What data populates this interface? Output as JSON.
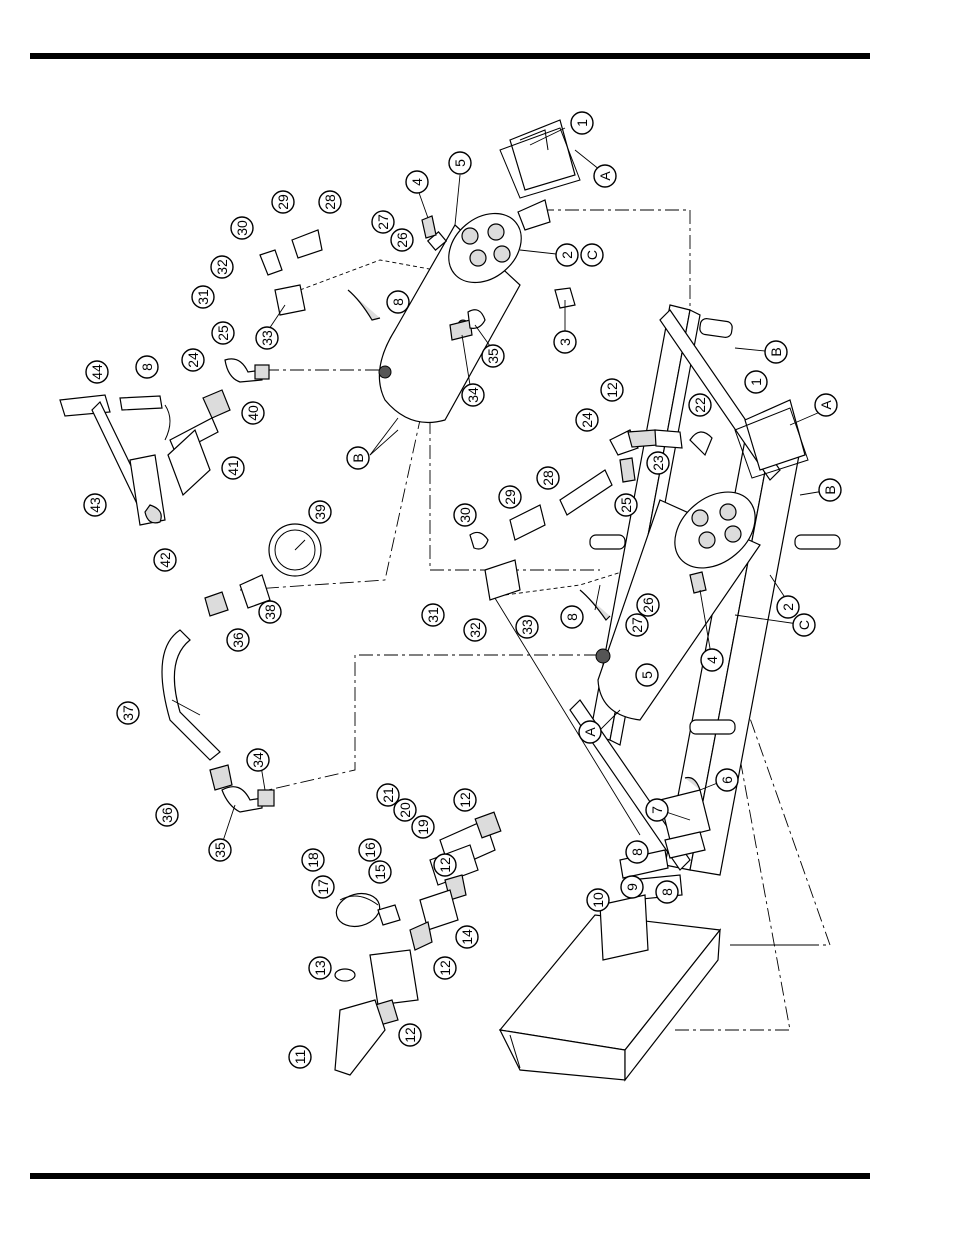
{
  "diagram": {
    "callouts": [
      {
        "label": "1"
      },
      {
        "label": "A"
      },
      {
        "label": "5"
      },
      {
        "label": "4"
      },
      {
        "label": "2"
      },
      {
        "label": "C"
      },
      {
        "label": "3"
      },
      {
        "label": "27"
      },
      {
        "label": "26"
      },
      {
        "label": "28"
      },
      {
        "label": "29"
      },
      {
        "label": "30"
      },
      {
        "label": "32"
      },
      {
        "label": "31"
      },
      {
        "label": "33"
      },
      {
        "label": "8"
      },
      {
        "label": "25"
      },
      {
        "label": "24"
      },
      {
        "label": "40"
      },
      {
        "label": "41"
      },
      {
        "label": "44"
      },
      {
        "label": "8"
      },
      {
        "label": "43"
      },
      {
        "label": "42"
      },
      {
        "label": "35"
      },
      {
        "label": "34"
      },
      {
        "label": "B"
      },
      {
        "label": "12"
      },
      {
        "label": "22"
      },
      {
        "label": "24"
      },
      {
        "label": "23"
      },
      {
        "label": "25"
      },
      {
        "label": "1"
      },
      {
        "label": "A"
      },
      {
        "label": "B"
      },
      {
        "label": "B"
      },
      {
        "label": "28"
      },
      {
        "label": "29"
      },
      {
        "label": "30"
      },
      {
        "label": "31"
      },
      {
        "label": "32"
      },
      {
        "label": "33"
      },
      {
        "label": "8"
      },
      {
        "label": "27"
      },
      {
        "label": "26"
      },
      {
        "label": "2"
      },
      {
        "label": "C"
      },
      {
        "label": "4"
      },
      {
        "label": "5"
      },
      {
        "label": "A"
      },
      {
        "label": "39"
      },
      {
        "label": "38"
      },
      {
        "label": "36"
      },
      {
        "label": "37"
      },
      {
        "label": "36"
      },
      {
        "label": "35"
      },
      {
        "label": "34"
      },
      {
        "label": "21"
      },
      {
        "label": "20"
      },
      {
        "label": "19"
      },
      {
        "label": "12"
      },
      {
        "label": "12"
      },
      {
        "label": "18"
      },
      {
        "label": "17"
      },
      {
        "label": "16"
      },
      {
        "label": "15"
      },
      {
        "label": "14"
      },
      {
        "label": "13"
      },
      {
        "label": "12"
      },
      {
        "label": "12"
      },
      {
        "label": "11"
      },
      {
        "label": "6"
      },
      {
        "label": "7"
      },
      {
        "label": "8"
      },
      {
        "label": "9"
      },
      {
        "label": "10"
      },
      {
        "label": "8"
      }
    ]
  }
}
